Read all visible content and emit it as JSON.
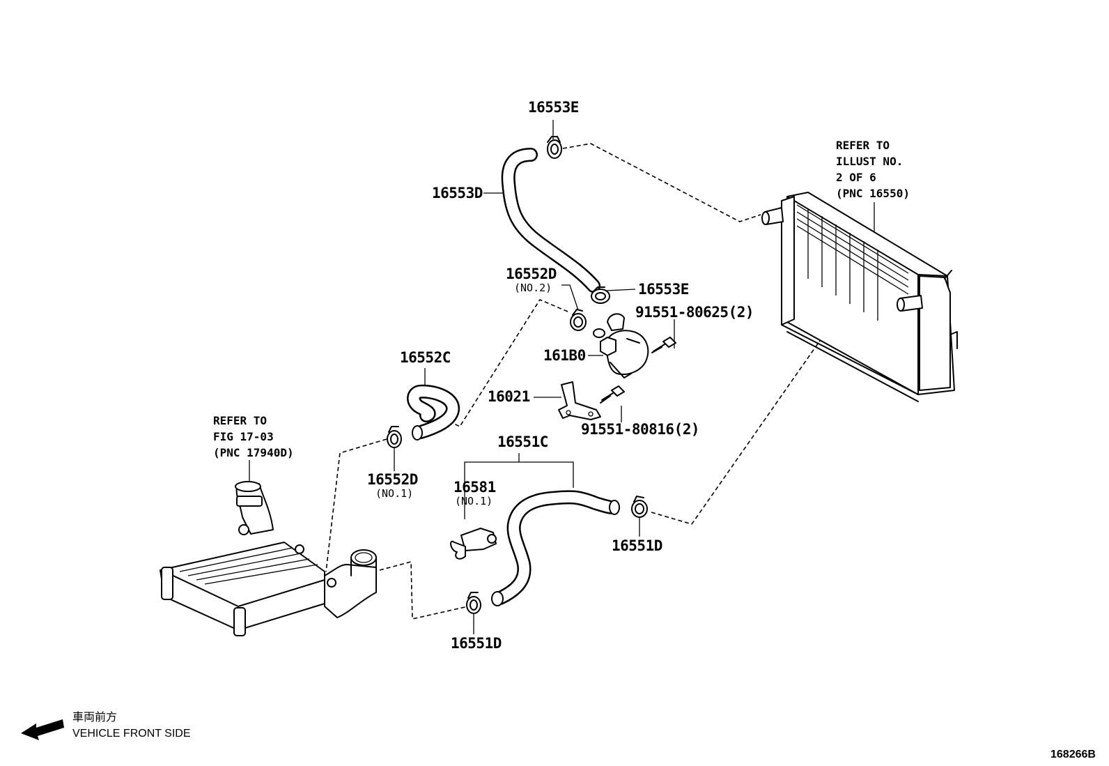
{
  "parts": {
    "p16553E_top": "16553E",
    "p16553D": "16553D",
    "p16552D_no2": "16552D",
    "p16552D_no2_sub": "(NO.2)",
    "p16553E_mid": "16553E",
    "p91551_80625": "91551-80625(2)",
    "p161B0": "161B0",
    "p16552C": "16552C",
    "p16021": "16021",
    "p91551_80816": "91551-80816(2)",
    "p16552D_no1": "16552D",
    "p16552D_no1_sub": "(NO.1)",
    "p16551C": "16551C",
    "p16581": "16581",
    "p16581_sub": "(NO.1)",
    "p16551D_right": "16551D",
    "p16551D_bottom": "16551D"
  },
  "notes": {
    "radiator": [
      "REFER TO",
      "ILLUST NO.",
      "2 OF 6",
      "(PNC 16550)"
    ],
    "intercooler": [
      "REFER TO",
      "FIG 17-03",
      "(PNC 17940D)"
    ]
  },
  "footer": {
    "direction_jp": "車両前方",
    "direction_en": "VEHICLE FRONT SIDE",
    "illustration_code": "168266B"
  }
}
